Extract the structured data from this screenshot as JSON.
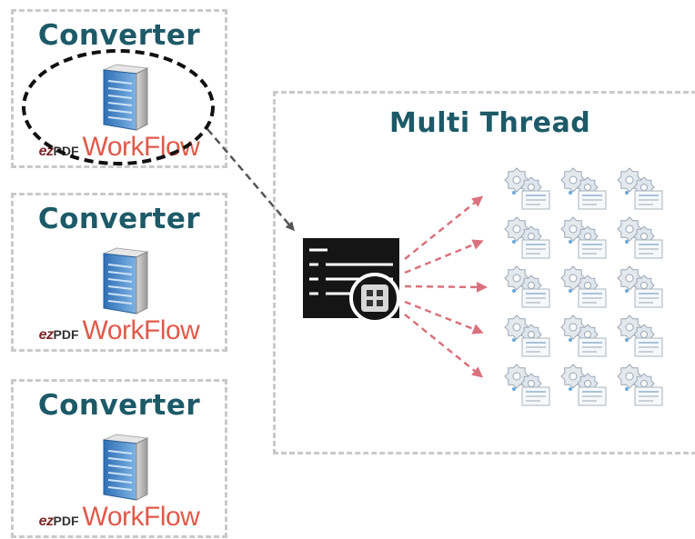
{
  "converters": [
    {
      "title": "Converter",
      "brand_ez": "ez",
      "brand_pdf": "PDF",
      "brand_workflow": "WorkFlow"
    },
    {
      "title": "Converter",
      "brand_ez": "ez",
      "brand_pdf": "PDF",
      "brand_workflow": "WorkFlow"
    },
    {
      "title": "Converter",
      "brand_ez": "ez",
      "brand_pdf": "PDF",
      "brand_workflow": "WorkFlow"
    }
  ],
  "multi_thread": {
    "title": "Multi Thread"
  },
  "thread_grid": {
    "rows": 5,
    "cols": 3
  },
  "icons": {
    "server": "server-icon",
    "dispatcher": "thread-dispatcher-icon",
    "thread": "gear-document-icon"
  },
  "colors": {
    "title_text": "#1d5a68",
    "workflow_text": "#e05a4a",
    "box_border": "#c9c9c9",
    "selection_ellipse": "#111111",
    "main_arrow": "#555555",
    "thread_arrows": "#d9727e"
  }
}
